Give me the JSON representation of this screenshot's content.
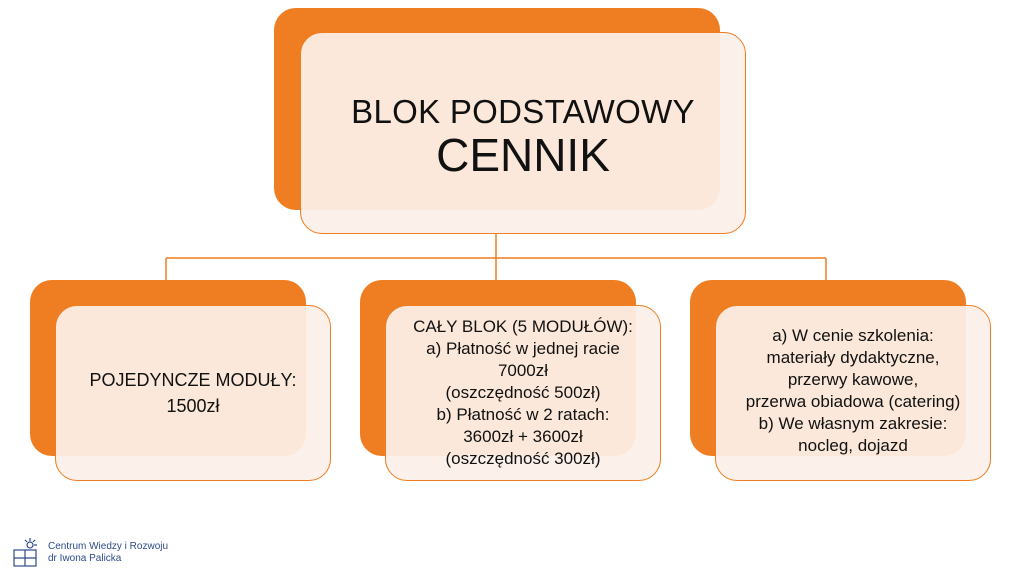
{
  "title": {
    "line1": "BLOK PODSTAWOWY",
    "line2": "CENNIK"
  },
  "cards": [
    {
      "lines": [
        "POJEDYNCZE MODUŁY:",
        "1500zł"
      ]
    },
    {
      "lines": [
        "CAŁY BLOK (5 MODUŁÓW):",
        "a) Płatność w jednej racie",
        "7000zł",
        "(oszczędność 500zł)",
        "b) Płatność w 2 ratach:",
        "3600zł + 3600zł",
        "(oszczędność 300zł)"
      ]
    },
    {
      "lines": [
        "a) W cenie szkolenia:",
        "materiały dydaktyczne,",
        "przerwy kawowe,",
        "przerwa obiadowa (catering)",
        "b) We własnym zakresie:",
        "nocleg, dojazd"
      ]
    }
  ],
  "logo": {
    "line1": "Centrum Wiedzy i Rozwoju",
    "line2": "dr Iwona Palicka"
  },
  "colors": {
    "accent": "#ef7d22",
    "card_fill": "#fcf0e8",
    "logo_text": "#2f4a8a"
  }
}
